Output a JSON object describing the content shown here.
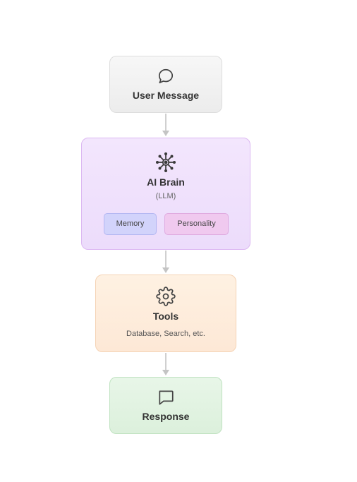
{
  "nodes": {
    "user_message": {
      "title": "User Message",
      "icon": "speech-bubble-icon"
    },
    "ai_brain": {
      "title": "AI Brain",
      "subtitle": "(LLM)",
      "icon": "neural-network-icon",
      "chips": [
        "Memory",
        "Personality"
      ]
    },
    "tools": {
      "title": "Tools",
      "subtitle": "Database, Search, etc.",
      "icon": "gear-icon"
    },
    "response": {
      "title": "Response",
      "icon": "chat-square-icon"
    }
  },
  "colors": {
    "user_bg": "#f2f2f2",
    "brain_bg": "#efe1fc",
    "brain_border": "#dcb8f2",
    "memory_chip": "#d2d3fb",
    "personality_chip": "#f0c9ef",
    "tools_bg": "#feeedf",
    "response_bg": "#e2f3e2",
    "arrow": "#c4c4c4",
    "icon_stroke": "#444444"
  }
}
